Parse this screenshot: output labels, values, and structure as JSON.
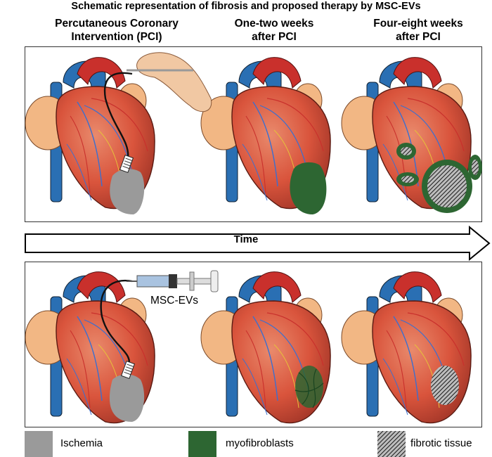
{
  "title": "Schematic representation of fibrosis and proposed therapy by MSC-EVs",
  "columns": [
    {
      "label": "Percutaneous Coronary\nIntervention (PCI)"
    },
    {
      "label": "One-two weeks\nafter PCI"
    },
    {
      "label": "Four-eight weeks\nafter PCI"
    }
  ],
  "time_label": "Time",
  "injection_label": "MSC-EVs",
  "legend": [
    {
      "label": "Ischemia",
      "color": "#9a9a9a"
    },
    {
      "label": "myofibroblasts",
      "color": "#2d6632"
    },
    {
      "label": "fibrotic tissue",
      "color": "#bdbdbd"
    }
  ],
  "colors": {
    "heart": "#d9543c",
    "vessel_blue": "#2a6fb3",
    "vessel_red": "#c9302c",
    "atrium": "#f2b784",
    "ischemia": "#9a9a9a",
    "myofibroblast": "#2d6632"
  }
}
